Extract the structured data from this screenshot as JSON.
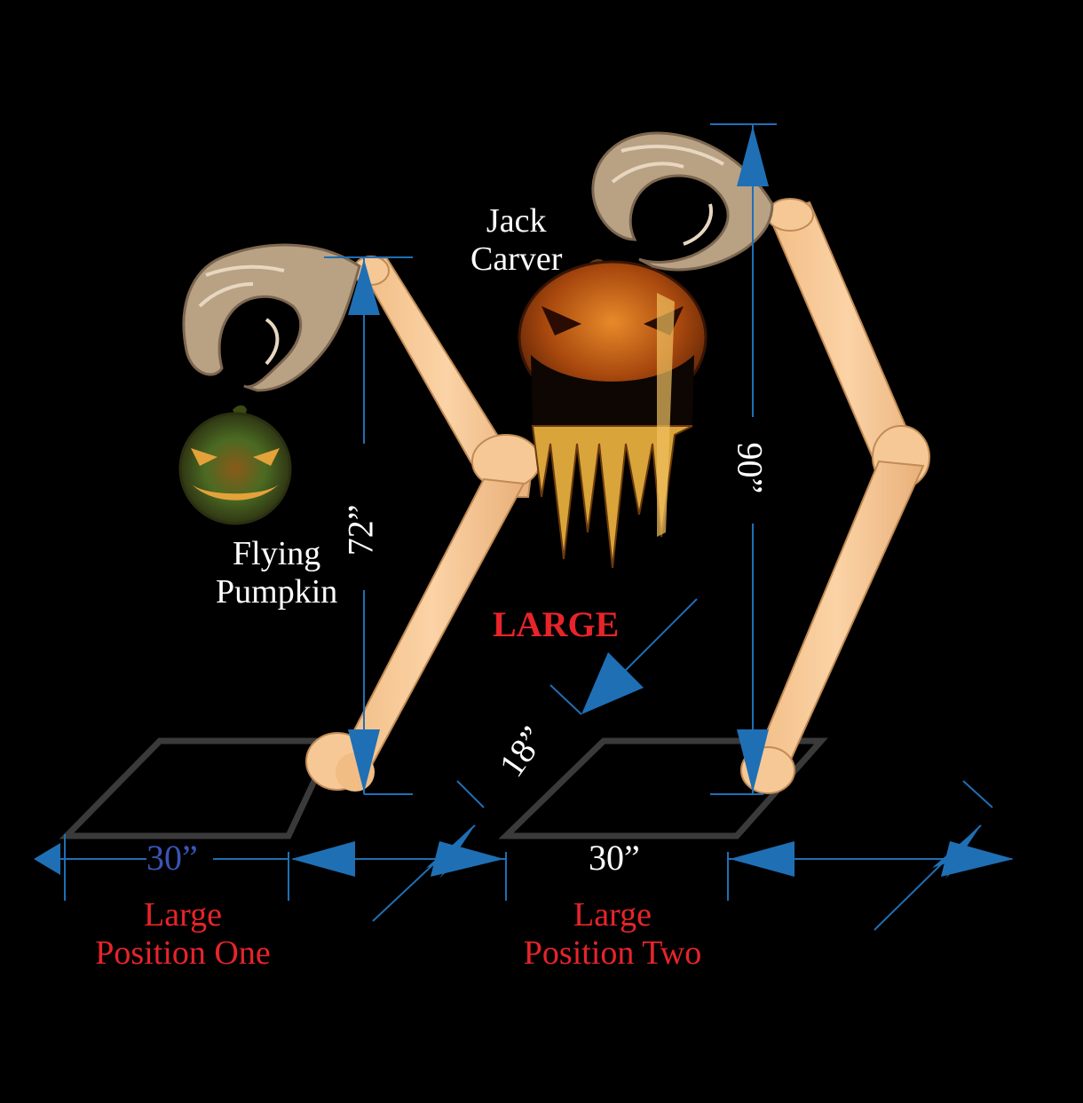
{
  "diagram": {
    "title": "LARGE",
    "props": {
      "left_prop": [
        "Flying",
        "Pumpkin"
      ],
      "right_prop": [
        "Jack",
        "Carver"
      ]
    },
    "dimensions": {
      "left_height": "72”",
      "right_height": "90”",
      "depth": "18”",
      "left_width": "30”",
      "right_width": "30”"
    },
    "positions": {
      "one": [
        "Large",
        "Position One"
      ],
      "two": [
        "Large",
        "Position Two"
      ]
    },
    "icons": [
      "skeleton-hand-icon",
      "skeleton-arm-icon",
      "pumpkin-icon",
      "jack-o-lantern-icon",
      "dimension-arrow-icon"
    ],
    "colors": {
      "background": "#000000",
      "arrow": "#1f6fb5",
      "bone": "#f6c896",
      "title_red": "#e8242a",
      "left_width_label": "#3a55b5"
    }
  }
}
